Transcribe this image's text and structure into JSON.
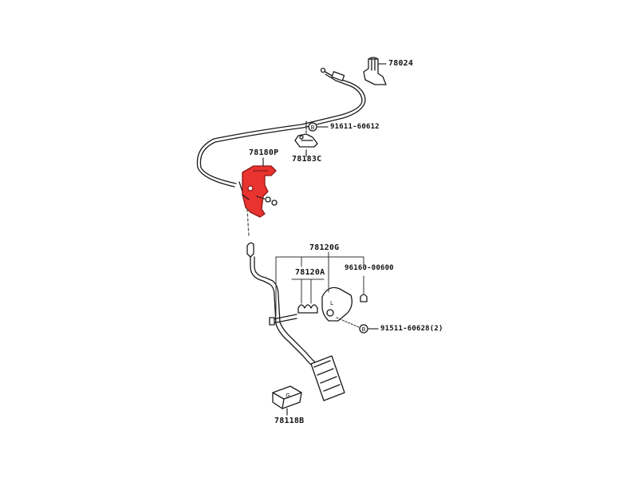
{
  "parts": {
    "p78024": "78024",
    "p91611": "91611-60612",
    "p78183c": "78183C",
    "p78180p": "78180P",
    "p78120g": "78120G",
    "p78120a": "78120A",
    "p96160": "96160-00600",
    "p91511": "91511-60628(2)",
    "p78118b": "78118B"
  },
  "markers": {
    "bolt_b": "B",
    "pedal_l": "L",
    "stopper_g": "G"
  },
  "colors": {
    "background": "#ffffff",
    "linework": "#1a1a1a",
    "highlight": "#e8332f",
    "leader": "#333333"
  },
  "highlighted_part": "78180P"
}
